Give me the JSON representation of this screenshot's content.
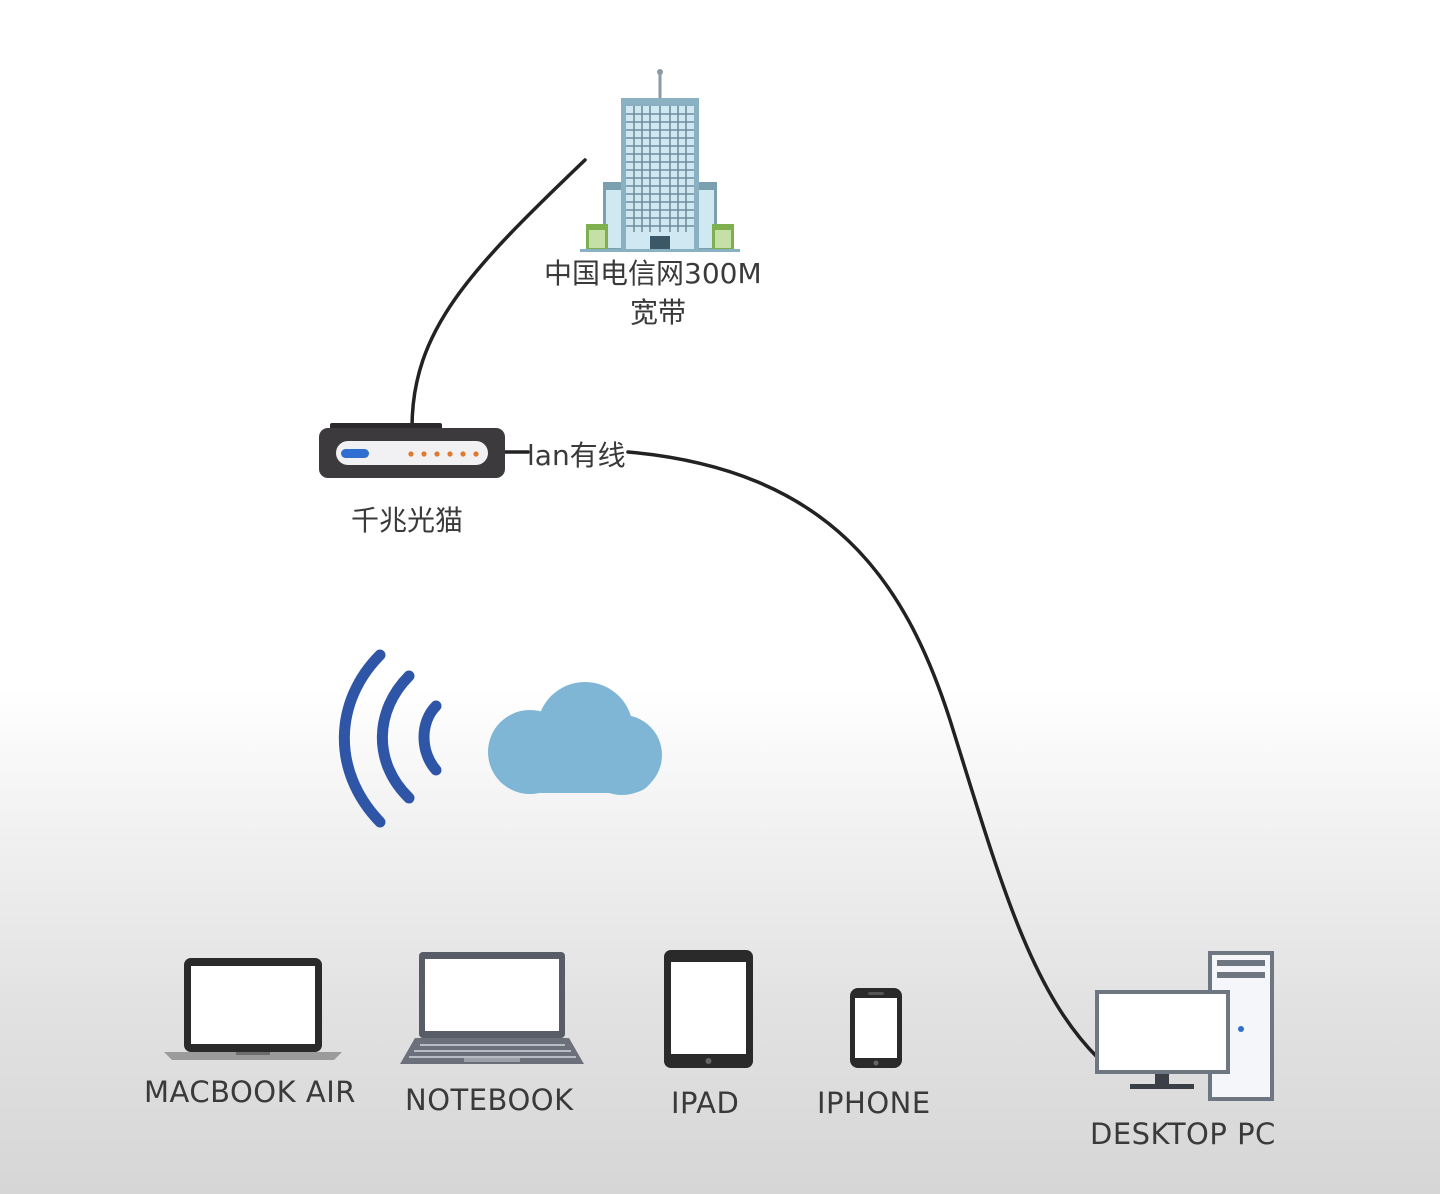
{
  "nodes": {
    "isp": {
      "line1": "中国电信网300M",
      "line2": "宽带"
    },
    "modem": {
      "label": "千兆光猫"
    },
    "lan_link": {
      "label": "lan有线"
    },
    "devices": [
      {
        "label": "MACBOOK AIR",
        "icon": "macbook-air-icon"
      },
      {
        "label": "NOTEBOOK",
        "icon": "notebook-icon"
      },
      {
        "label": "IPAD",
        "icon": "ipad-icon"
      },
      {
        "label": "IPHONE",
        "icon": "iphone-icon"
      },
      {
        "label": "DESKTOP PC",
        "icon": "desktop-pc-icon"
      }
    ]
  },
  "icons": {
    "building": "office-building-icon",
    "router": "router-icon",
    "wifi": "wifi-signal-icon",
    "cloud": "cloud-icon"
  },
  "colors": {
    "cable": "#222222",
    "wifi_waves": "#2f56a6",
    "cloud": "#7fb5d5",
    "building_glass": "#c6e4ef",
    "router_body": "#3c3a3d",
    "router_led_blue": "#2f6fd0",
    "router_led_orange": "#e0782e"
  },
  "connections": [
    {
      "from": "modem",
      "to": "isp",
      "type": "cable"
    },
    {
      "from": "modem",
      "to": "DESKTOP PC",
      "type": "lan"
    }
  ]
}
